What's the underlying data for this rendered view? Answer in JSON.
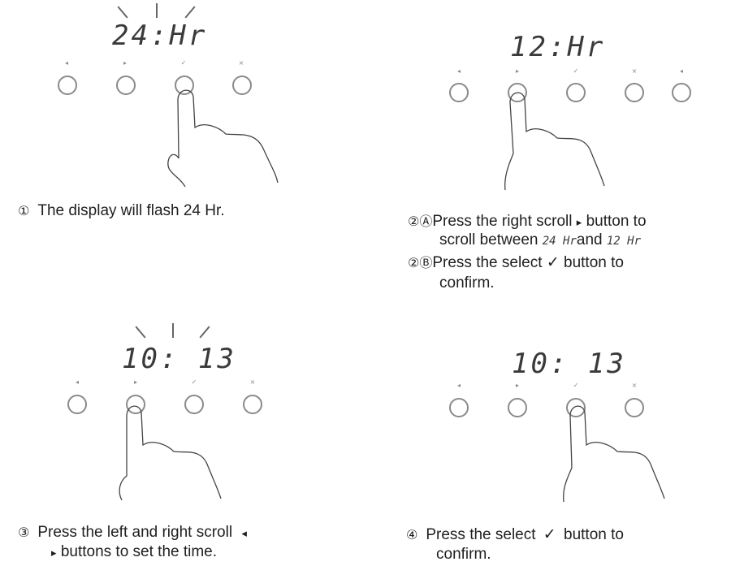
{
  "panels": [
    {
      "display": "24:Hr",
      "buttons": [
        "◂",
        "▸",
        "✓",
        "×"
      ],
      "step": "①",
      "text": "The display will flash 24 Hr."
    },
    {
      "display": "12:Hr",
      "buttons": [
        "◂",
        "▸",
        "✓",
        "×",
        "◂"
      ],
      "step_a": "②Ⓐ",
      "text_a_1": "Press the right scroll",
      "text_a_arrow": "▸",
      "text_a_2": "button to",
      "text_a_3": "scroll between",
      "text_a_opt1": "24 Hr",
      "text_a_and": "and",
      "text_a_opt2": "12 Hr",
      "step_b": "②Ⓑ",
      "text_b_1": "Press the select",
      "text_b_check": "✓",
      "text_b_2": "button to",
      "text_b_3": "confirm."
    },
    {
      "display": "10: 13",
      "buttons": [
        "◂",
        "▸",
        "✓",
        "×"
      ],
      "step": "③",
      "text_1": "Press the left and right scroll",
      "text_left": "◂",
      "text_right": "▸",
      "text_2": "buttons to set the time."
    },
    {
      "display": "10: 13",
      "buttons": [
        "◂",
        "▸",
        "✓",
        "×"
      ],
      "step": "④",
      "text_1": "Press the select",
      "text_check": "✓",
      "text_2": "button to",
      "text_3": "confirm."
    }
  ]
}
